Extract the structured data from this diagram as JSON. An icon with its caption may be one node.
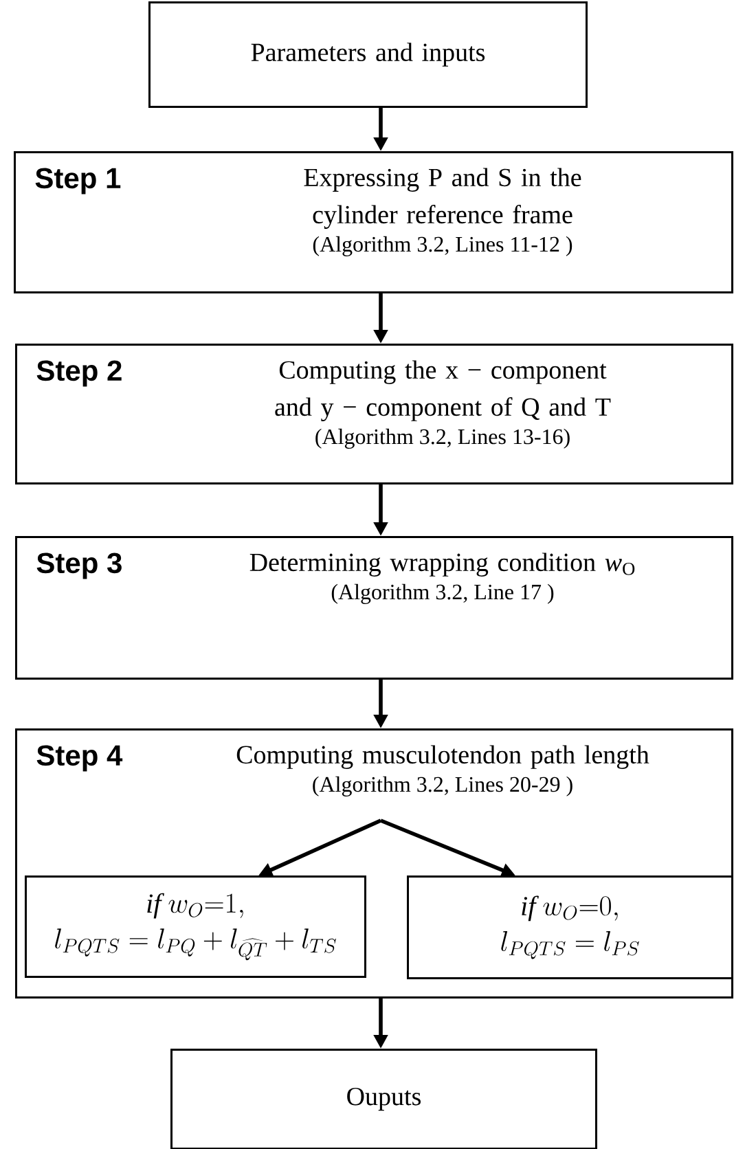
{
  "diagram": {
    "nodes": [
      {
        "text": [
          "Parameters and inputs"
        ]
      },
      {
        "text": [
          "Step 1",
          "Expressing P and S in the cylinder reference frame",
          "(Algorithm 3.2, Lines 11-12 )"
        ]
      },
      {
        "text": [
          "Step 2",
          "Computing the x − component and y − component of Q and T",
          "(Algorithm 3.2, Lines 13-16)"
        ]
      },
      {
        "text": [
          "Step 3",
          "Determining wrapping condition *w*$_{O}$",
          "(Algorithm 3.2, Line 17 )"
        ]
      },
      {
        "text": [
          "Step 4",
          "Computing musculotendon path length",
          "(Algorithm 3.2, Lines 20-29 )"
        ]
      },
      {
        "text": [
          "\\mathit{if}\\ w_{O}{=}1,",
          "l_{PQTS} = l_{PQ}+l_{\\widehat{QT}}+l_{TS}"
        ],
        "in": 4
      },
      {
        "text": [
          "\\mathit{if}\\ w_{O}{=}0,",
          "l_{PQTS} = l_{PS}"
        ],
        "in": 4
      },
      {
        "text": [
          "Ouputs"
        ]
      }
    ],
    "edges": [
      {
        "from": 0,
        "to": 1,
        "arrow": "to"
      },
      {
        "from": 1,
        "to": 2,
        "arrow": "to"
      },
      {
        "from": 2,
        "to": 3,
        "arrow": "to"
      },
      {
        "from": 3,
        "to": 4,
        "arrow": "to"
      },
      {
        "from": null,
        "to": 5,
        "arrow": "to"
      },
      {
        "from": null,
        "to": 6,
        "arrow": "to"
      },
      {
        "from": 4,
        "to": 7,
        "arrow": "to"
      }
    ]
  }
}
